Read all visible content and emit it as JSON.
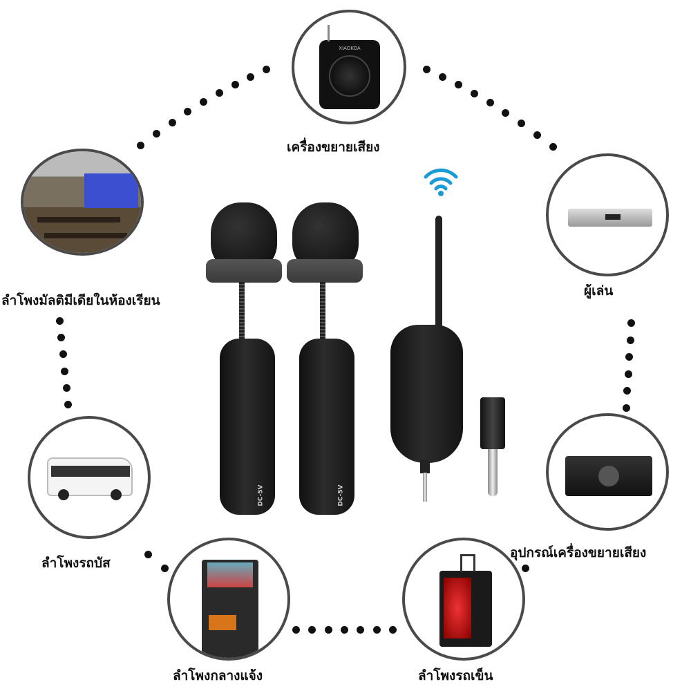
{
  "labels": {
    "amplifier": "เครื่องขยายเสียง",
    "player": "ผู้เล่น",
    "classroom": "ลำโพงมัลติมีเดียในห้องเรียน",
    "bus": "ลำโพงรถบัส",
    "amp_device": "อุปกรณ์เครื่องขยายเสียง",
    "outdoor": "ลำโพงกลางแจ้ง",
    "trolley": "ลำโพงรถเข็น"
  },
  "product_text": {
    "speaker_brand": "XIAOKOA",
    "transmitter_mark": "DC-5V"
  },
  "colors": {
    "wifi": "#1a9bd7",
    "border": "#4a4a4a"
  }
}
